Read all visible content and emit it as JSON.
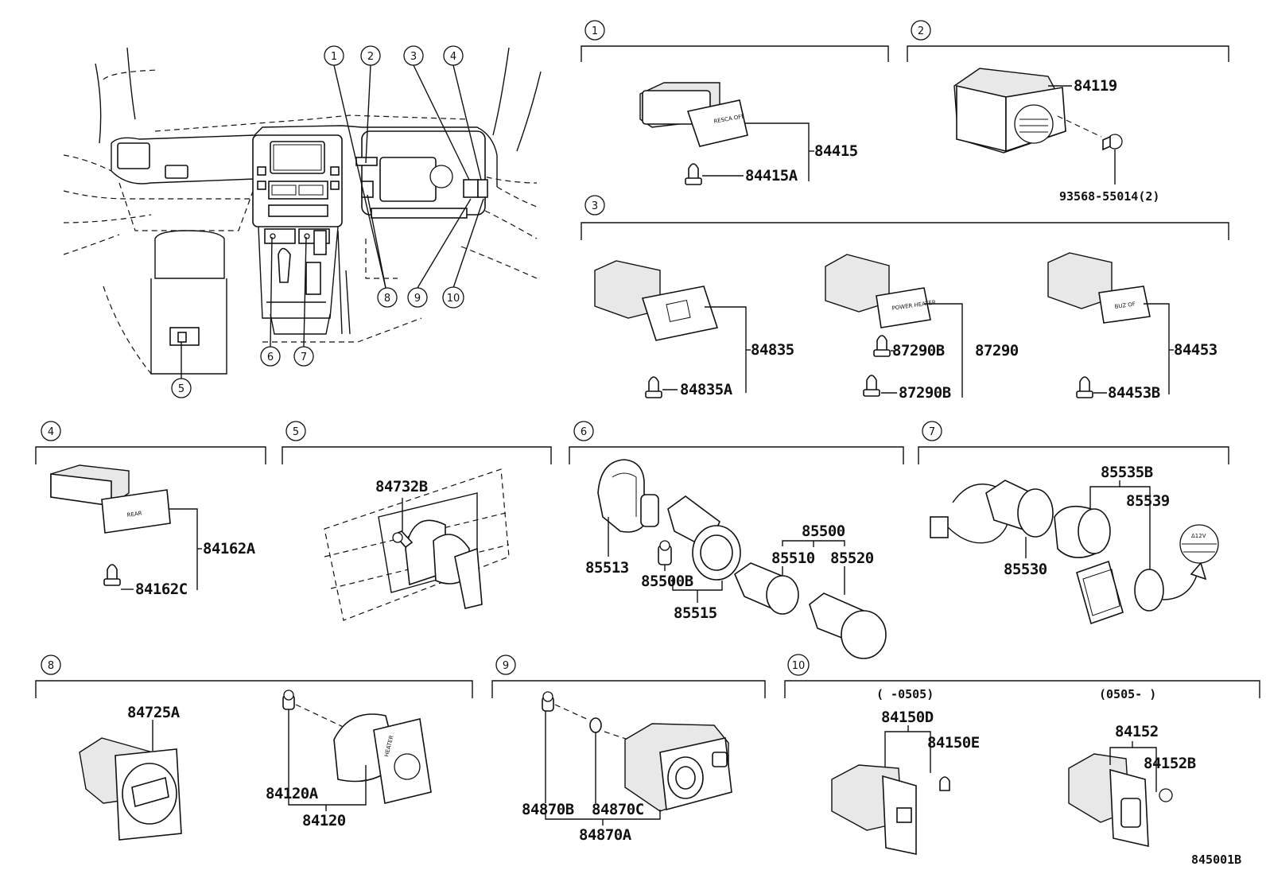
{
  "callouts": [
    "1",
    "2",
    "3",
    "4",
    "5",
    "6",
    "7",
    "8",
    "9",
    "10"
  ],
  "sections": {
    "s1": {
      "num": "1",
      "parts": {
        "switch": "84415",
        "bulb": "84415A"
      }
    },
    "s2": {
      "num": "2",
      "parts": {
        "switch": "84119",
        "screw": "93568-55014(2)"
      }
    },
    "s3": {
      "num": "3",
      "parts": {
        "a_switch": "84835",
        "a_bulb": "84835A",
        "b_switch": "87290",
        "b_bulb1": "87290B",
        "b_bulb2": "87290B",
        "c_switch": "84453",
        "c_bulb": "84453B"
      }
    },
    "s4": {
      "num": "4",
      "parts": {
        "switch": "84162A",
        "bulb": "84162C"
      }
    },
    "s5": {
      "num": "5",
      "parts": {
        "bulb": "84732B"
      }
    },
    "s6": {
      "num": "6",
      "parts": {
        "p1": "85513",
        "p2": "85500B",
        "p3": "85515",
        "p4": "85500",
        "p5": "85510",
        "p6": "85520"
      }
    },
    "s7": {
      "num": "7",
      "parts": {
        "p1": "85535B",
        "p2": "85539",
        "p3": "85530"
      }
    },
    "s8": {
      "num": "8",
      "parts": {
        "p1": "84725A",
        "p2": "84120A",
        "p3": "84120"
      }
    },
    "s9": {
      "num": "9",
      "parts": {
        "p1": "84870B",
        "p2": "84870C",
        "p3": "84870A"
      }
    },
    "s10": {
      "num": "10",
      "ranges": {
        "left": "(     -0505)",
        "right": "(0505-      )"
      },
      "parts": {
        "p1": "84150D",
        "p2": "84150E",
        "p3": "84152",
        "p4": "84152B"
      }
    }
  },
  "labels": {
    "s1_switch_face": "RESCA OFF",
    "s3b_face": "POWER HEATER",
    "s3c_face": "BUZ OF",
    "s4_face": "REAR",
    "s8_knob": "HEATER",
    "s7_cap": "Δ12V"
  },
  "diagram_id": "845001B"
}
